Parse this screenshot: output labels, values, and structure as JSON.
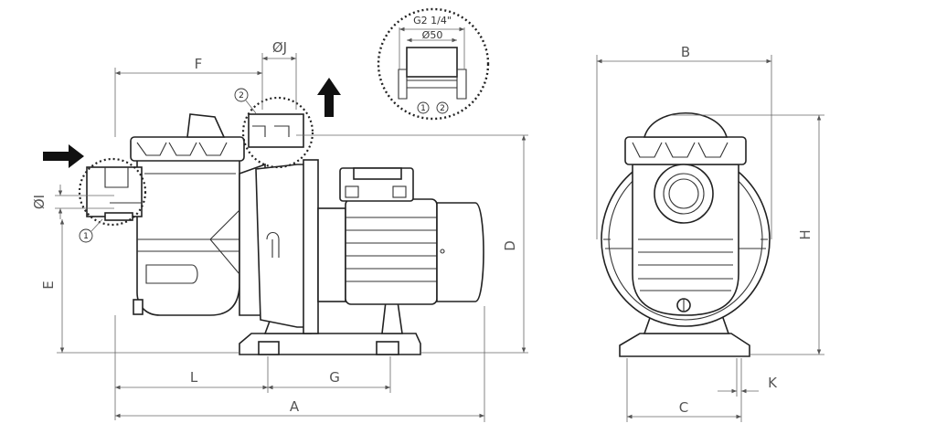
{
  "labels": {
    "A": "A",
    "B": "B",
    "C": "C",
    "D": "D",
    "E": "E",
    "F": "F",
    "G": "G",
    "H": "H",
    "I": "ØI",
    "J": "ØJ",
    "K": "K",
    "L": "L"
  },
  "detail": {
    "thread": "G2 1/4\"",
    "diameter": "Ø50"
  },
  "markers": {
    "one": "1",
    "two": "2"
  },
  "colors": {
    "line": "#222222",
    "dim_line": "#666666",
    "arrow": "#111111"
  }
}
